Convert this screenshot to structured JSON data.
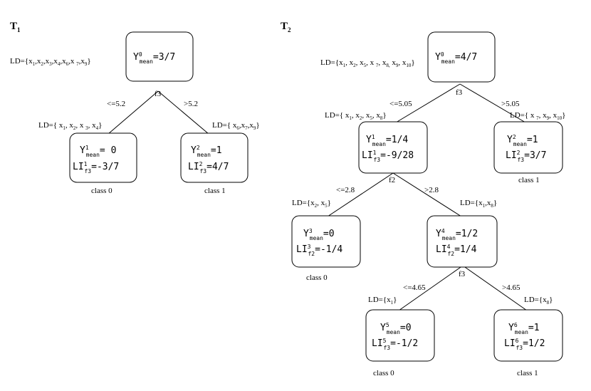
{
  "trees": [
    {
      "title": "T",
      "title_sub": "1",
      "nodes": [
        {
          "id": "t1-root",
          "y_sup": "0",
          "y_value": "=3/7",
          "li_sup": "",
          "li_sub": "",
          "li_value": "",
          "ld": [
            "{x",
            "1",
            ",x",
            "2",
            ",x",
            "3",
            ",x",
            "4",
            ",x",
            "6",
            ",x ",
            "7",
            ",x",
            "9",
            "}"
          ],
          "class_label": ""
        },
        {
          "id": "t1-left",
          "y_sup": "1",
          "y_value": "= 0",
          "li_sup": "1",
          "li_sub": "f3",
          "li_value": "=-3/7",
          "ld": [
            "{ x",
            "1",
            ", x",
            "2",
            ", x ",
            "3",
            ", x",
            "4",
            "}"
          ],
          "class_label": "class 0"
        },
        {
          "id": "t1-right",
          "y_sup": "2",
          "y_value": "=1",
          "li_sup": "2",
          "li_sub": "f3",
          "li_value": "=4/7",
          "ld": [
            "{ x",
            "6",
            ",x",
            "7",
            ",x",
            "9",
            "}"
          ],
          "class_label": "class 1"
        }
      ],
      "splits": [
        {
          "feature": "f3",
          "left_cond": "<=5.2",
          "right_cond": ">5.2"
        }
      ]
    },
    {
      "title": "T",
      "title_sub": "2",
      "nodes": [
        {
          "id": "t2-root",
          "y_sup": "0",
          "y_value": "=4/7",
          "li_sup": "",
          "li_sub": "",
          "li_value": "",
          "ld": [
            "{x",
            "1",
            ", x",
            "2",
            ", x",
            "5",
            ", x ",
            "7",
            ", x",
            "8,",
            " x",
            "9",
            ", x",
            "10",
            "}"
          ],
          "class_label": ""
        },
        {
          "id": "t2-n1",
          "y_sup": "1",
          "y_value": "=1/4",
          "li_sup": "1",
          "li_sub": "f3",
          "li_value": "=-9/28",
          "ld": [
            "{ x",
            "1",
            ", x",
            "2",
            ", x",
            "5",
            ", x",
            "8",
            "}"
          ],
          "class_label": ""
        },
        {
          "id": "t2-n2",
          "y_sup": "2",
          "y_value": "=1",
          "li_sup": "2",
          "li_sub": "f3",
          "li_value": "=3/7",
          "ld": [
            "{ x ",
            "7",
            ", x",
            "9",
            ", x",
            "10",
            "}"
          ],
          "class_label": "class 1"
        },
        {
          "id": "t2-n3",
          "y_sup": "3",
          "y_value": "=0",
          "li_sup": "3",
          "li_sub": "f2",
          "li_value": "=-1/4",
          "ld": [
            "{x",
            "2",
            ", x",
            "5",
            "}"
          ],
          "class_label": "class 0"
        },
        {
          "id": "t2-n4",
          "y_sup": "4",
          "y_value": "=1/2",
          "li_sup": "4",
          "li_sub": "f2",
          "li_value": "=1/4",
          "ld": [
            "{x",
            "1",
            ",x",
            "8",
            "}"
          ],
          "class_label": ""
        },
        {
          "id": "t2-n5",
          "y_sup": "5",
          "y_value": "=0",
          "li_sup": "5",
          "li_sub": "f3",
          "li_value": "=-1/2",
          "ld": [
            "{x",
            "1",
            "}"
          ],
          "class_label": "class 0"
        },
        {
          "id": "t2-n6",
          "y_sup": "6",
          "y_value": "=1",
          "li_sup": "6",
          "li_sub": "f3",
          "li_value": "=1/2",
          "ld": [
            "{x",
            "8",
            "}"
          ],
          "class_label": "class 1"
        }
      ],
      "splits": [
        {
          "feature": "f3",
          "left_cond": "<=5.05",
          "right_cond": ">5.05"
        },
        {
          "feature": "f2",
          "left_cond": "<=2.8",
          "right_cond": ">2.8"
        },
        {
          "feature": "f3",
          "left_cond": "<=4.65",
          "right_cond": ">4.65"
        }
      ]
    }
  ],
  "labels": {
    "y_letter": "Y",
    "y_sub": "mean",
    "li_letters": "LI",
    "ld_prefix": "LD="
  }
}
